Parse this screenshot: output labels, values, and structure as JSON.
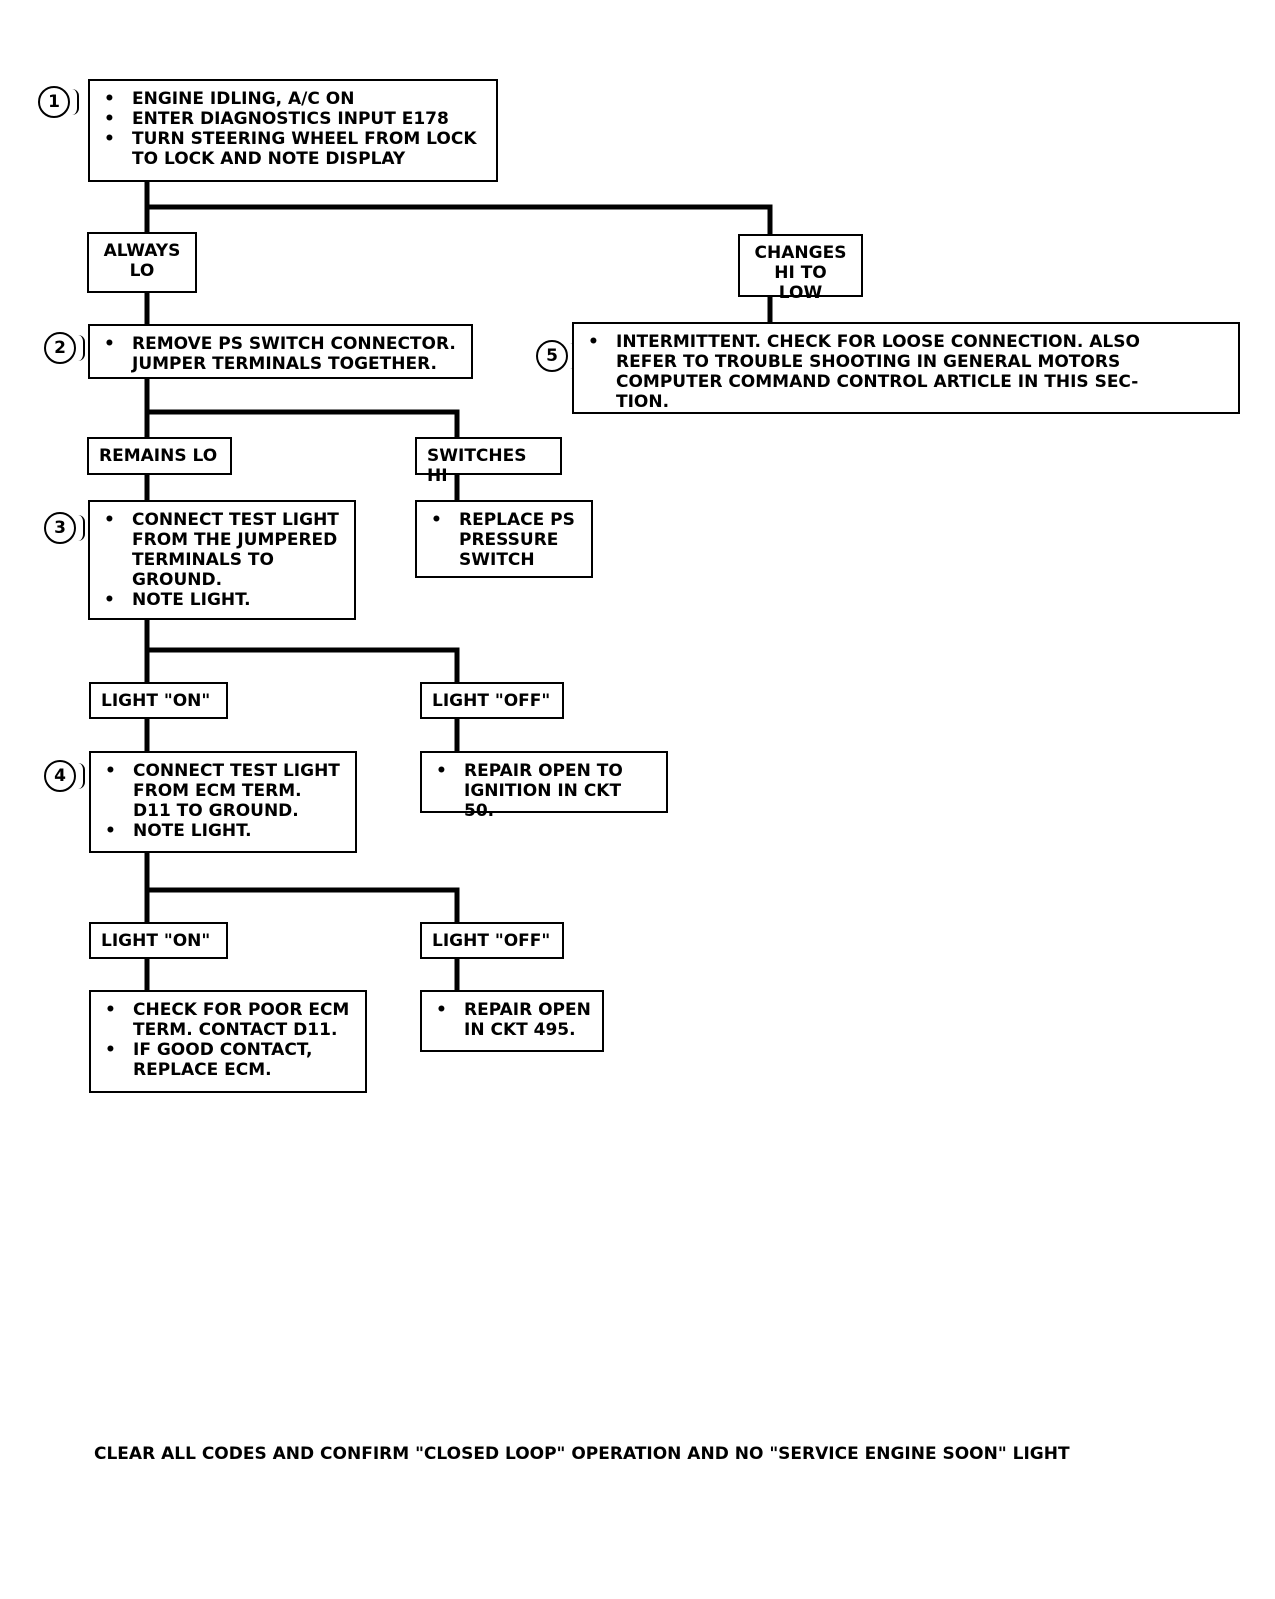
{
  "steps": {
    "s1": {
      "number": "1",
      "items": [
        "ENGINE IDLING, A/C ON",
        "ENTER DIAGNOSTICS INPUT E178",
        "TURN STEERING WHEEL FROM LOCK\nTO LOCK AND NOTE DISPLAY"
      ]
    },
    "s2": {
      "number": "2",
      "items": [
        "REMOVE PS SWITCH CONNECTOR.\nJUMPER TERMINALS TOGETHER."
      ]
    },
    "s3": {
      "number": "3",
      "items": [
        "CONNECT TEST LIGHT\nFROM THE JUMPERED\nTERMINALS TO\nGROUND.",
        "NOTE LIGHT."
      ]
    },
    "s4": {
      "number": "4",
      "items": [
        "CONNECT TEST LIGHT\nFROM ECM TERM.\nD11 TO GROUND.",
        "NOTE LIGHT."
      ]
    },
    "s5": {
      "number": "5",
      "items": [
        "INTERMITTENT. CHECK FOR LOOSE CONNECTION. ALSO\nREFER TO TROUBLE SHOOTING IN GENERAL MOTORS\nCOMPUTER COMMAND CONTROL ARTICLE IN THIS SEC-\nTION."
      ]
    }
  },
  "outcomes": {
    "always_lo": "ALWAYS\nLO",
    "changes_hi_to_low": "CHANGES\nHI TO LOW",
    "remains_lo": "REMAINS LO",
    "switches_hi": "SWITCHES HI",
    "light_on_1": "LIGHT \"ON\"",
    "light_off_1": "LIGHT \"OFF\"",
    "light_on_2": "LIGHT \"ON\"",
    "light_off_2": "LIGHT \"OFF\""
  },
  "actions": {
    "replace_ps_switch": [
      "REPLACE PS\nPRESSURE\nSWITCH"
    ],
    "repair_open_ckt50": [
      "REPAIR OPEN TO\nIGNITION IN CKT 50."
    ],
    "check_poor_ecm": [
      "CHECK FOR POOR ECM\nTERM. CONTACT D11.",
      "IF GOOD CONTACT,\nREPLACE ECM."
    ],
    "repair_open_ckt495": [
      "REPAIR OPEN\nIN CKT 495."
    ]
  },
  "footer": "CLEAR ALL CODES AND CONFIRM \"CLOSED LOOP\" OPERATION AND NO \"SERVICE ENGINE SOON\" LIGHT"
}
